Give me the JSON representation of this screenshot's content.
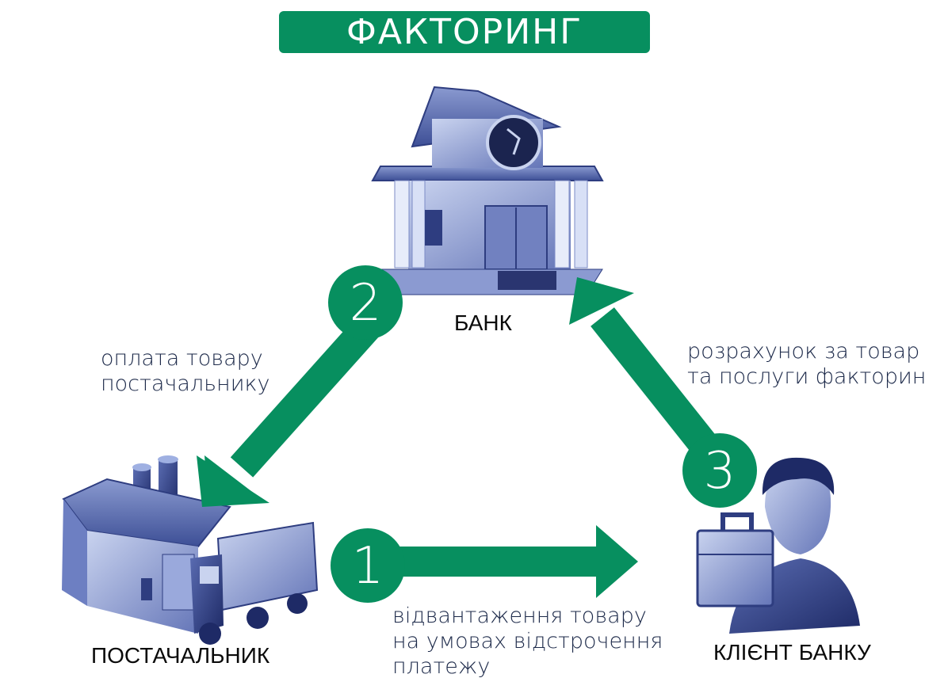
{
  "title": "ФАКТОРИНГ",
  "nodes": {
    "bank": "БАНК",
    "supplier": "ПОСТАЧАЛЬНИК",
    "client": "КЛІЄНТ БАНКУ"
  },
  "steps": [
    {
      "number": "1",
      "line1": "відвантаження товару",
      "line2": "на умовах відстрочення",
      "line3": "платежу"
    },
    {
      "number": "2",
      "line1": "оплата товару",
      "line2": "постачальнику"
    },
    {
      "number": "3",
      "line1": "розрахунок за товар",
      "line2": "та послуги факторингу"
    }
  ],
  "colors": {
    "accent": "#078f5f",
    "illustration": "#4a5fa8"
  }
}
